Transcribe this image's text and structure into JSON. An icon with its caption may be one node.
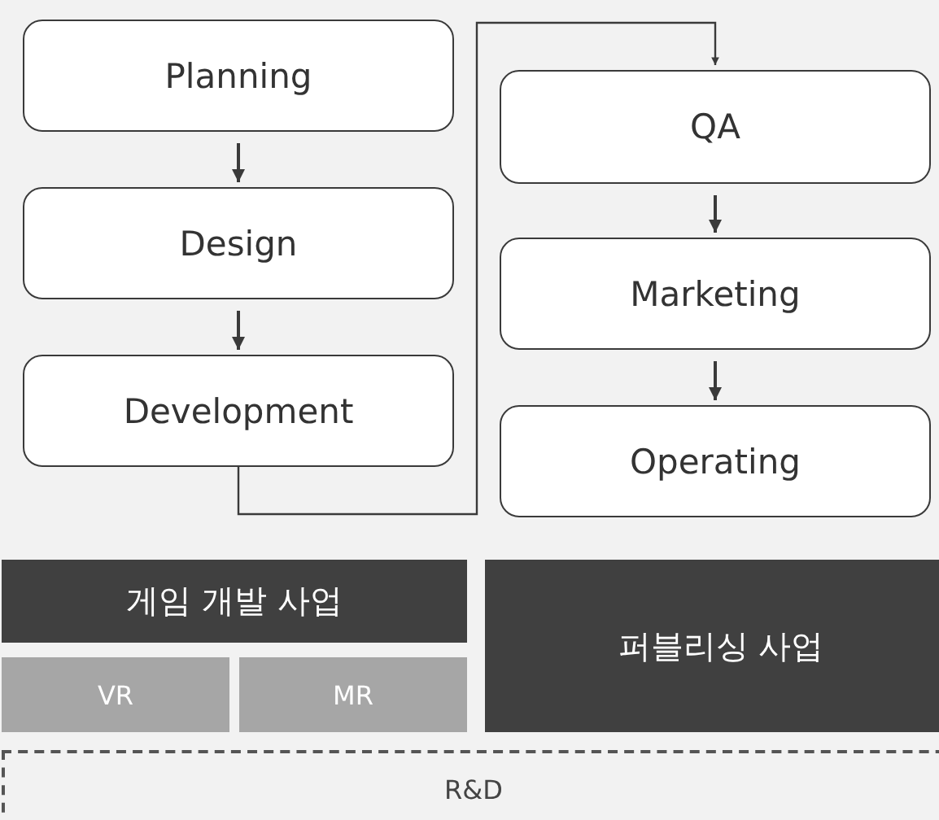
{
  "diagram": {
    "nodes": [
      {
        "text": [
          "Planning"
        ]
      },
      {
        "text": [
          "Design"
        ]
      },
      {
        "text": [
          "Development"
        ]
      },
      {
        "text": [
          "QA"
        ]
      },
      {
        "text": [
          "Marketing"
        ]
      },
      {
        "text": [
          "Operating"
        ]
      },
      {
        "text": [
          "게임 개발 사업"
        ]
      },
      {
        "text": [
          "VR"
        ]
      },
      {
        "text": [
          "MR"
        ]
      },
      {
        "text": [
          "퍼블리싱 사업"
        ]
      },
      {
        "text": [
          "R&D"
        ]
      }
    ],
    "edges": [
      {
        "from": 0,
        "to": 1,
        "arrow": "to"
      },
      {
        "from": 1,
        "to": 2,
        "arrow": "to"
      },
      {
        "from": 2,
        "to": 3,
        "arrow": "to"
      },
      {
        "from": 3,
        "to": 4,
        "arrow": "to"
      },
      {
        "from": 4,
        "to": 5,
        "arrow": "to"
      }
    ]
  }
}
